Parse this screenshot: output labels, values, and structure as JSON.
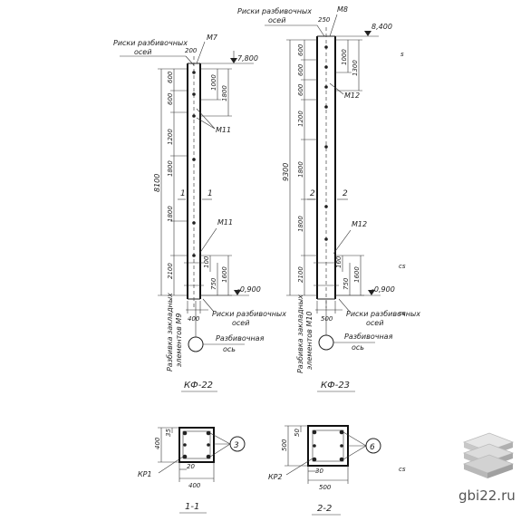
{
  "columns": [
    {
      "id": "kf22",
      "title": "КФ-22",
      "embedded_top": "М7",
      "embedded_mid_top": "М11",
      "embedded_mid_bottom": "М11",
      "embedded_bottom": "М9",
      "layout_marks_top": "Риски разбивочных осей",
      "layout_marks_bottom": "Риски разбивочных осей",
      "layout_axis": "Разбивочная ось",
      "embedded_layout": "Разбивка закладных элементов",
      "section_label": "1",
      "top_width": "200",
      "bottom_width": "400",
      "elev_top": "7,800",
      "elev_bottom": "-0,900",
      "total_length": "8100",
      "segments": [
        "600",
        "600",
        "1200",
        "1800",
        "1800",
        "2100"
      ],
      "right_dims": [
        "1000",
        "1800",
        "100",
        "750",
        "1600"
      ]
    },
    {
      "id": "kf23",
      "title": "КФ-23",
      "embedded_top": "М8",
      "embedded_mid_top": "М12",
      "embedded_mid_bottom": "М12",
      "embedded_bottom": "М10",
      "layout_marks_top": "Риски разбивочных осей",
      "layout_marks_bottom": "Риски разбивочных осей",
      "layout_axis": "Разбивочная ось",
      "embedded_layout": "Разбивка закладных элементов",
      "section_label": "2",
      "top_width": "250",
      "bottom_width": "500",
      "elev_top": "8,400",
      "elev_bottom": "-0,900",
      "total_length": "9300",
      "segments": [
        "600",
        "600",
        "600",
        "1200",
        "1800",
        "1800",
        "2100"
      ],
      "right_dims": [
        "1000",
        "1300",
        "100",
        "750",
        "1600"
      ]
    }
  ],
  "sections": [
    {
      "label": "1-1",
      "frame": "КР1",
      "callout": "3",
      "width": "400",
      "height": "400",
      "cover_top": "35",
      "cover_bottom": "20"
    },
    {
      "label": "2-2",
      "frame": "КР2",
      "callout": "6",
      "width": "500",
      "height": "500",
      "cover_top": "50",
      "cover_bottom": "30"
    }
  ],
  "watermark": "gbi22.ru",
  "colors": {
    "ink": "#222222",
    "paper": "#ffffff"
  }
}
